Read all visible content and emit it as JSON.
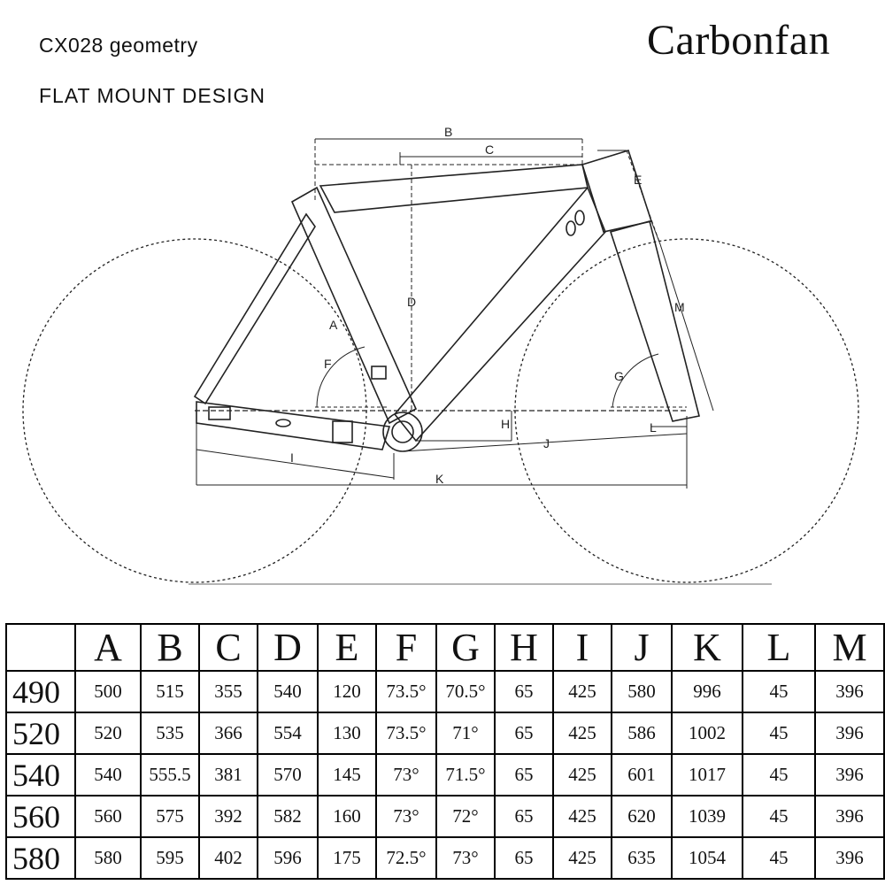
{
  "header": {
    "title": "CX028 geometry",
    "subtitle": "FLAT MOUNT DESIGN",
    "brand": "Carbonfan"
  },
  "diagram": {
    "labels": [
      "A",
      "B",
      "C",
      "D",
      "E",
      "F",
      "G",
      "H",
      "I",
      "J",
      "K",
      "L",
      "M"
    ]
  },
  "table": {
    "columns": [
      "",
      "A",
      "B",
      "C",
      "D",
      "E",
      "F",
      "G",
      "H",
      "I",
      "J",
      "K",
      "L",
      "M"
    ],
    "rows": [
      [
        "490",
        "500",
        "515",
        "355",
        "540",
        "120",
        "73.5°",
        "70.5°",
        "65",
        "425",
        "580",
        "996",
        "45",
        "396"
      ],
      [
        "520",
        "520",
        "535",
        "366",
        "554",
        "130",
        "73.5°",
        "71°",
        "65",
        "425",
        "586",
        "1002",
        "45",
        "396"
      ],
      [
        "540",
        "540",
        "555.5",
        "381",
        "570",
        "145",
        "73°",
        "71.5°",
        "65",
        "425",
        "601",
        "1017",
        "45",
        "396"
      ],
      [
        "560",
        "560",
        "575",
        "392",
        "582",
        "160",
        "73°",
        "72°",
        "65",
        "425",
        "620",
        "1039",
        "45",
        "396"
      ],
      [
        "580",
        "580",
        "595",
        "402",
        "596",
        "175",
        "72.5°",
        "73°",
        "65",
        "425",
        "635",
        "1054",
        "45",
        "396"
      ]
    ]
  }
}
